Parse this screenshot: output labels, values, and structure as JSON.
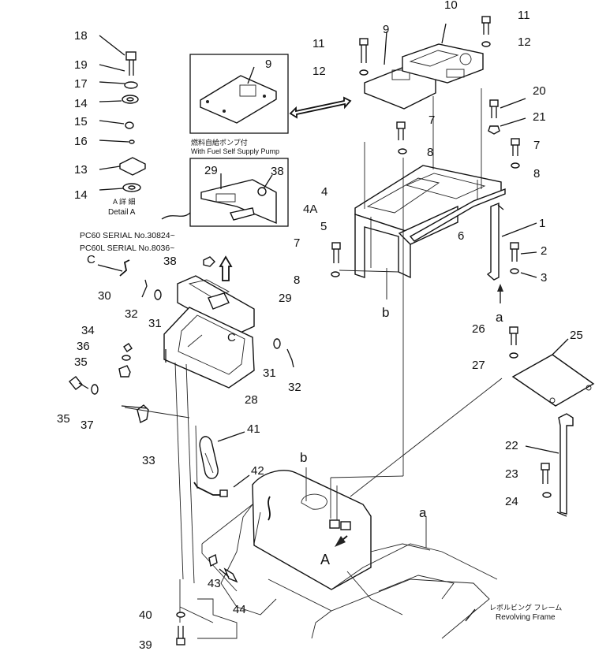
{
  "parts": [
    "1",
    "2",
    "3",
    "4",
    "4A",
    "5",
    "6",
    "7",
    "8",
    "9",
    "10",
    "11",
    "12",
    "13",
    "14",
    "15",
    "16",
    "17",
    "18",
    "19",
    "20",
    "21",
    "22",
    "23",
    "24",
    "25",
    "26",
    "27",
    "28",
    "29",
    "30",
    "31",
    "32",
    "33",
    "34",
    "35",
    "36",
    "37",
    "38",
    "39",
    "40",
    "41",
    "42",
    "43",
    "44"
  ],
  "pointers": {
    "a": "a",
    "b": "b",
    "c": "C",
    "arrow_a": "A"
  },
  "detail_a": {
    "jp": "A 詳 細",
    "en": "Detail A"
  },
  "fuel_pump": {
    "jp": "燃料自給ポンプ付",
    "en": "With Fuel Self Supply Pump"
  },
  "serial": {
    "line1": "PC60 SERIAL No.30824~",
    "line2": "PC60L SERIAL No.8036~"
  },
  "frame": {
    "jp": "レボルビング フレーム",
    "en": "Revolving Frame"
  }
}
